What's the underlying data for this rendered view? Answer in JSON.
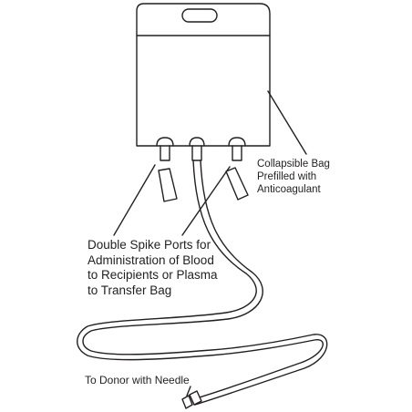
{
  "labels": {
    "bag": [
      "Collapsible Bag",
      "Prefilled with",
      "Anticoagulant"
    ],
    "spike_ports": [
      "Double Spike Ports for",
      "Administration of Blood",
      "to Recipients or Plasma",
      "to Transfer Bag"
    ],
    "donor": "To Donor with Needle"
  },
  "colors": {
    "line": "#231f20",
    "background": "#ffffff"
  }
}
